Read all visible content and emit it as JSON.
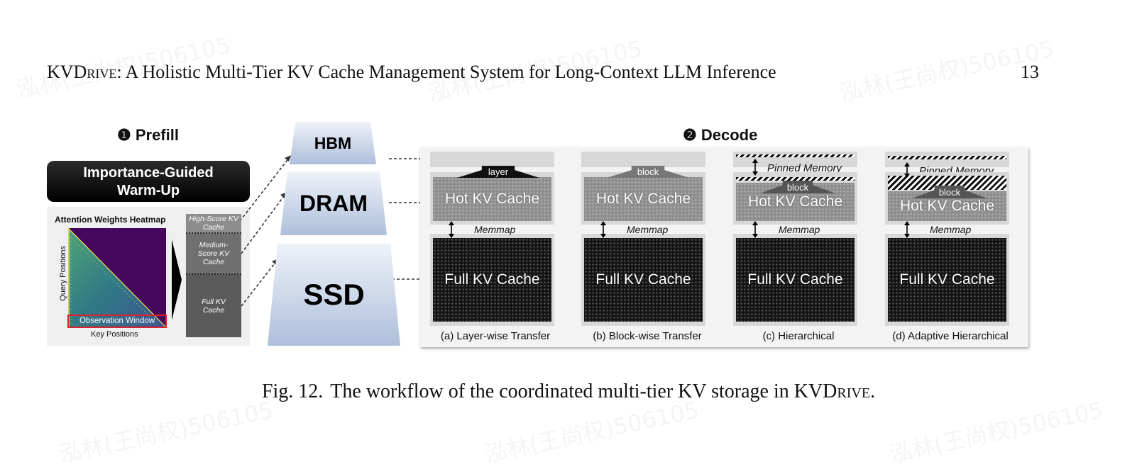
{
  "header": {
    "running_title_prefix": "KVD",
    "running_title_sc": "rive",
    "running_title_rest": ": A Holistic Multi-Tier KV Cache Management System for Long-Context LLM Inference",
    "page_number": "13"
  },
  "watermark": "泓林(王尚权)506105",
  "figure": {
    "prefill": {
      "title": "❶ Prefill",
      "warmup_line1": "Importance-Guided",
      "warmup_line2": "Warm-Up",
      "heatmap_title": "Attention Weights Heatmap",
      "y_axis": "Query Positions",
      "x_axis": "Key Positions",
      "observation_window": "Observation Window",
      "scores": {
        "high": "High-Score KV Cache",
        "medium": "Medium-Score KV Cache",
        "full": "Full KV Cache"
      }
    },
    "tiers": [
      "HBM",
      "DRAM",
      "SSD"
    ],
    "decode": {
      "title": "❷ Decode",
      "hot_label": "Hot KV Cache",
      "full_label": "Full KV Cache",
      "memmap_label": "Memmap",
      "pinned_label": "Pinned Memory",
      "arrow_layer": "layer",
      "arrow_block": "block",
      "columns": [
        {
          "caption": "(a) Layer-wise Transfer"
        },
        {
          "caption": "(b) Block-wise Transfer"
        },
        {
          "caption": "(c) Hierarchical"
        },
        {
          "caption": "(d) Adaptive Hierarchical"
        }
      ]
    }
  },
  "caption": {
    "label": "Fig. 12.",
    "text_prefix": "The workflow of the coordinated multi-tier KV storage in KVD",
    "text_sc": "rive",
    "text_suffix": "."
  },
  "colors": {
    "heatmap_bg": "#46085c",
    "obs_window_border": "#e0202a",
    "tier_top": "#eef2f9",
    "tier_bottom": "#aebfdb"
  }
}
